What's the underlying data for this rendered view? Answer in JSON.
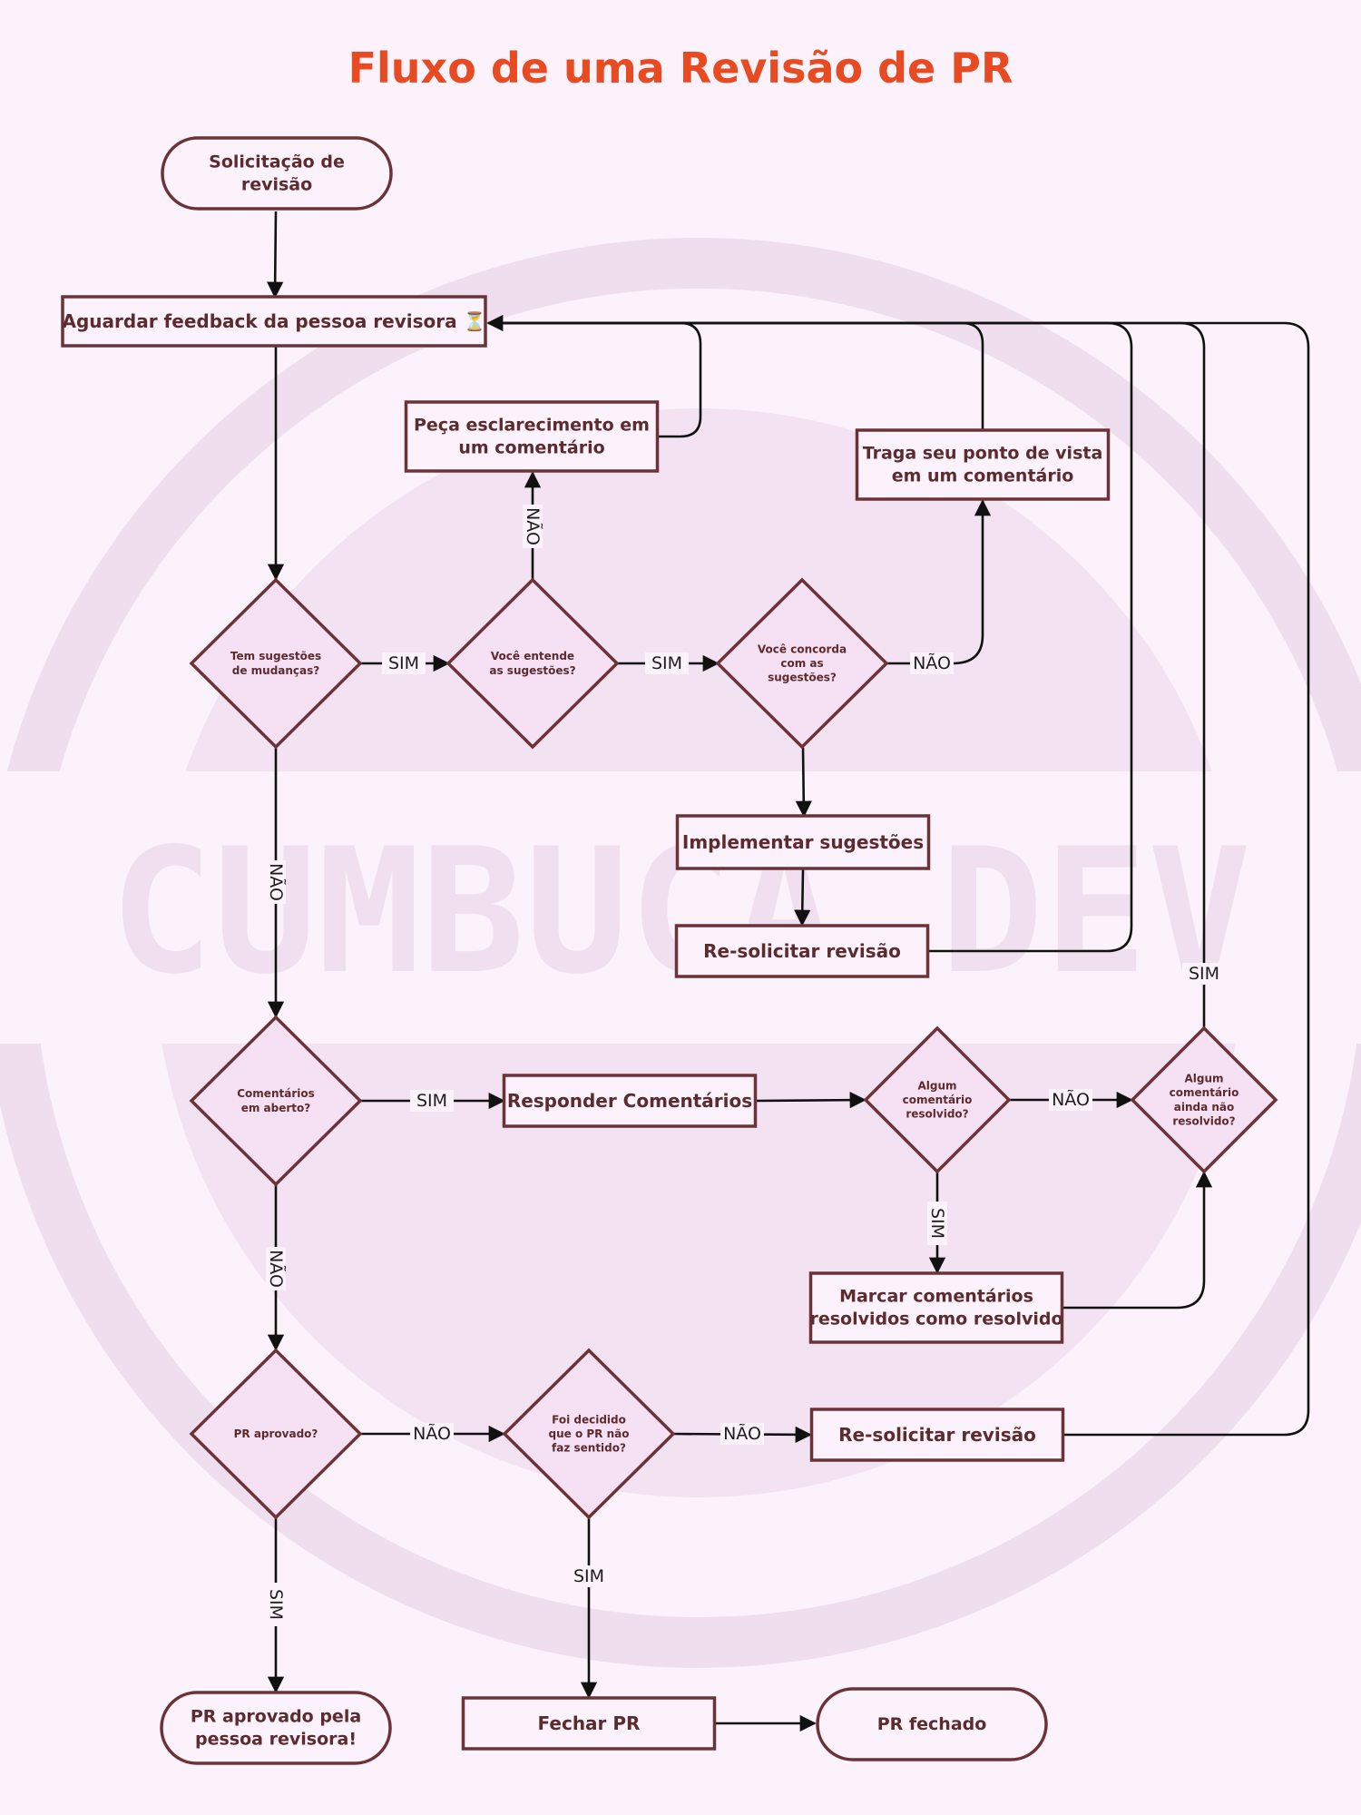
{
  "title": "Fluxo de uma Revisão de PR",
  "watermark": "CUMBUCA DEV",
  "colors": {
    "background": "#fcf2fb",
    "title": "#e84a22",
    "node_stroke": "#6b3337",
    "node_text": "#5c2b2e",
    "edge": "#111111",
    "watermark": "#ead6e9"
  },
  "nodes": {
    "start": [
      "Solicitação de",
      "revisão"
    ],
    "wait": [
      "Aguardar feedback da pessoa revisora ⏳"
    ],
    "ask": [
      "Peça esclarecimento em",
      "um comentário"
    ],
    "view": [
      "Traga seu ponto de vista",
      "em um comentário"
    ],
    "q_suggest": [
      "Tem sugestões",
      "de mudanças?"
    ],
    "q_understand": [
      "Você entende",
      "as sugestões?"
    ],
    "q_agree": [
      "Você concorda",
      "com as",
      "sugestões?"
    ],
    "implement": [
      "Implementar sugestões"
    ],
    "rerequest1": [
      "Re-solicitar revisão"
    ],
    "q_comments": [
      "Comentários",
      "em aberto?"
    ],
    "respond": [
      "Responder Comentários"
    ],
    "q_resolved": [
      "Algum",
      "comentário",
      "resolvido?"
    ],
    "q_unresolved": [
      "Algum",
      "comentário",
      "ainda não",
      "resolvido?"
    ],
    "mark": [
      "Marcar comentários",
      "resolvidos como resolvido"
    ],
    "q_approved": [
      "PR aprovado?"
    ],
    "q_decided": [
      "Foi decidido",
      "que o PR não",
      "faz sentido?"
    ],
    "rerequest2": [
      "Re-solicitar revisão"
    ],
    "approved": [
      "PR aprovado pela",
      "pessoa revisora!"
    ],
    "close": [
      "Fechar PR"
    ],
    "closed": [
      "PR fechado"
    ]
  },
  "edge_labels": {
    "yes": "SIM",
    "no": "NÃO"
  }
}
